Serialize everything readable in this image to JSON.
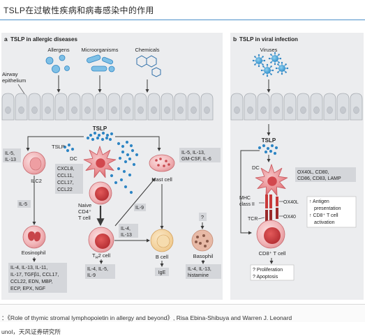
{
  "header": {
    "title": "TSLP在过敏性疾病和病毒感染中的作用"
  },
  "panel_a": {
    "letter": "a",
    "heading": "TSLP in allergic diseases",
    "triggers": [
      "Allergens",
      "Microorganisms",
      "Chemicals"
    ],
    "epithelium_label": [
      "Airway",
      "epithelium"
    ],
    "tslp_top": "TSLP",
    "tslp_left": "TSLP",
    "ilc2_box": [
      "IL-5,",
      "IL-13"
    ],
    "ilc2_label": "ILC2",
    "dc_label": "DC",
    "dc_box": [
      "CXCL8,",
      "CCL11,",
      "CCL17,",
      "CCL22"
    ],
    "mast_box": [
      "IL-5, IL-13,",
      "GM-CSF, IL-6"
    ],
    "mast_label": "Mast cell",
    "il5_box": "IL-5",
    "naive_label": [
      "Naive",
      "CD4⁺",
      "T cell"
    ],
    "il9_box": "IL-9",
    "th2_box": [
      "IL-4,",
      "IL-13"
    ],
    "question": "?",
    "eosinophil_label": "Eosinophil",
    "th2_label": "T",
    "th2_sub": "H",
    "th2_suffix": "2 cell",
    "bcell_label": "B cell",
    "basophil_label": "Basophil",
    "th2_out_box": [
      "IL-4, IL-5,",
      "IL-9"
    ],
    "ige_box": "IgE",
    "basophil_box": [
      "IL-4, IL-13,",
      "histamine"
    ],
    "eos_box": [
      "IL-4, IL-13, IL-11,",
      "IL-17, TGFβ1, CCL17,",
      "CCL22, EDN, MBP,",
      "ECP, EPX, NGF"
    ]
  },
  "panel_b": {
    "letter": "b",
    "heading": "TSLP in viral infection",
    "viruses": "Viruses",
    "tslp": "TSLP",
    "dc_label": "DC",
    "dc_box": [
      "OX40L, CD80,",
      "CD86, CD83, LAMP"
    ],
    "mhc_label": [
      "MHC",
      "class II"
    ],
    "ox40l": "OX40L",
    "tcr": "TCR",
    "ox40": "OX40",
    "effects": [
      "↑ Antigen",
      "presentation",
      "↑ CD8⁺ T cell",
      "activation"
    ],
    "tcell_label": "CD8⁺ T cell",
    "outcomes": [
      "? Proliferation",
      "? Apoptosis"
    ]
  },
  "caption": {
    "line1": "：《Role of thymic stromal lymphopoietin in allergy and beyond》, Risa Ebina-Shibuya and Warren J. Leonard",
    "line2": "unol，天风证券研究所"
  },
  "colors": {
    "panel_bg": "#ecedef",
    "cell": "#dcdfe3",
    "box": "#d4d6da",
    "tslp_dot": "#2f86c4",
    "dc": "#e88b8f",
    "red": "#c83a3a",
    "arrow": "#3a3a3a"
  }
}
